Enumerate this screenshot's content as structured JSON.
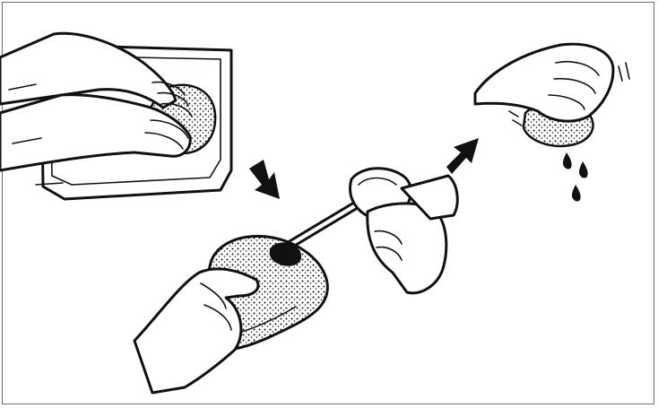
{
  "figure": {
    "steps": [
      {
        "name": "wash-in-tray",
        "description_icon": "washing-sponge-in-tray-icon"
      },
      {
        "name": "apply-oil",
        "description_icon": "oil-can-onto-sponge-icon"
      },
      {
        "name": "squeeze-out",
        "description_icon": "squeezing-sponge-icon"
      }
    ],
    "arrows": [
      "arrow-down-right-icon",
      "arrow-up-right-icon"
    ],
    "colors": {
      "ink": "#111111",
      "border": "#6d6d6d",
      "background": "#ffffff"
    }
  }
}
